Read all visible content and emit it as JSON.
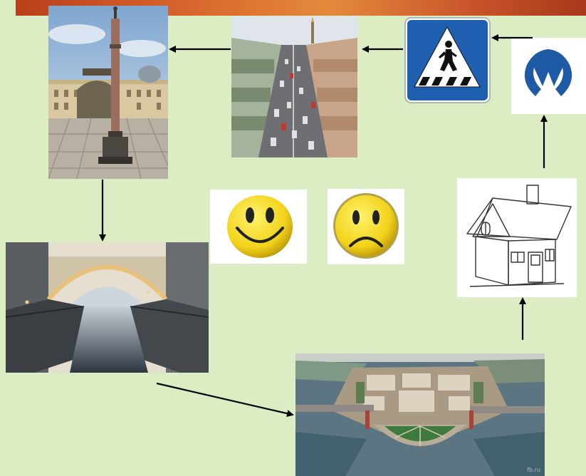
{
  "scene": {
    "background_color": "#dcedc4",
    "banner_color": "#d8652c"
  },
  "tiles": [
    {
      "id": "alexander-column",
      "icon": "alexander-column-photo"
    },
    {
      "id": "nevsky-prospect",
      "icon": "city-street-photo"
    },
    {
      "id": "pedestrian-crossing-sign",
      "icon": "pedestrian-crossing-icon",
      "color": "#1f5fb0"
    },
    {
      "id": "metro-logo",
      "icon": "metro-logo-icon",
      "color": "#1f5aa6"
    },
    {
      "id": "house-drawing",
      "icon": "house-icon"
    },
    {
      "id": "happy-smiley",
      "icon": "happy-face-icon",
      "color": "#f2d21a"
    },
    {
      "id": "sad-smiley",
      "icon": "sad-face-icon",
      "color": "#f2d21a"
    },
    {
      "id": "winter-canal",
      "icon": "canal-arch-photo"
    },
    {
      "id": "vasilyevsky-spit",
      "icon": "aerial-city-photo",
      "watermark": "fb.ru"
    }
  ],
  "arrow_color": "#000000"
}
